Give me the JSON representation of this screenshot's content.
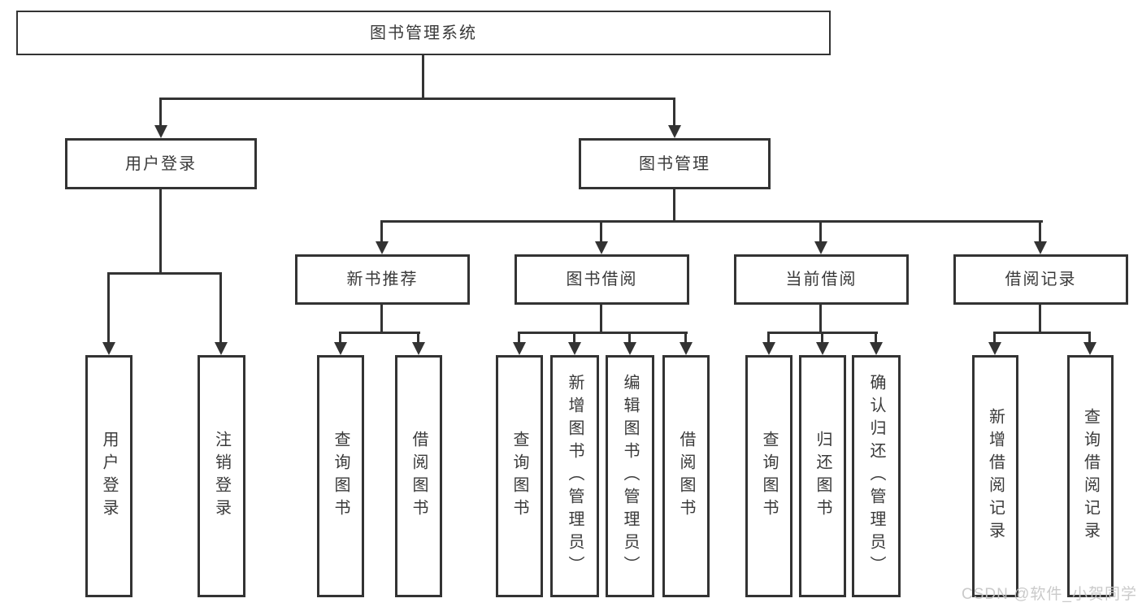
{
  "nodes": {
    "root": {
      "label": "图书管理系统"
    },
    "user_login": {
      "label": "用户登录"
    },
    "book_management": {
      "label": "图书管理"
    },
    "new_book_recommend": {
      "label": "新书推荐"
    },
    "book_borrowing": {
      "label": "图书借阅"
    },
    "current_borrowing": {
      "label": "当前借阅"
    },
    "borrowing_records": {
      "label": "借阅记录"
    }
  },
  "leaves": {
    "user_login": {
      "label": "用户登录"
    },
    "logout": {
      "label": "注销登录"
    },
    "recommend_query_books": {
      "label": "查询图书"
    },
    "recommend_borrow_books": {
      "label": "借阅图书"
    },
    "borrowing_query_books": {
      "label": "查询图书"
    },
    "borrowing_add_books_admin": {
      "label": "新增图书（管理员）"
    },
    "borrowing_edit_books_admin": {
      "label": "编辑图书（管理员）"
    },
    "borrowing_borrow_books": {
      "label": "借阅图书"
    },
    "current_query_books": {
      "label": "查询图书"
    },
    "current_return_books": {
      "label": "归还图书"
    },
    "current_confirm_return_admin": {
      "label": "确认归还（管理员）"
    },
    "records_add_record": {
      "label": "新增借阅记录"
    },
    "records_query_record": {
      "label": "查询借阅记录"
    }
  },
  "watermark": {
    "text": "CSDN @软件_小贺同学"
  },
  "colors": {
    "line": "#333333",
    "box-border": "#333333",
    "text": "#3a3a3a",
    "watermark": "#c6c6c6",
    "bg": "#ffffff"
  }
}
